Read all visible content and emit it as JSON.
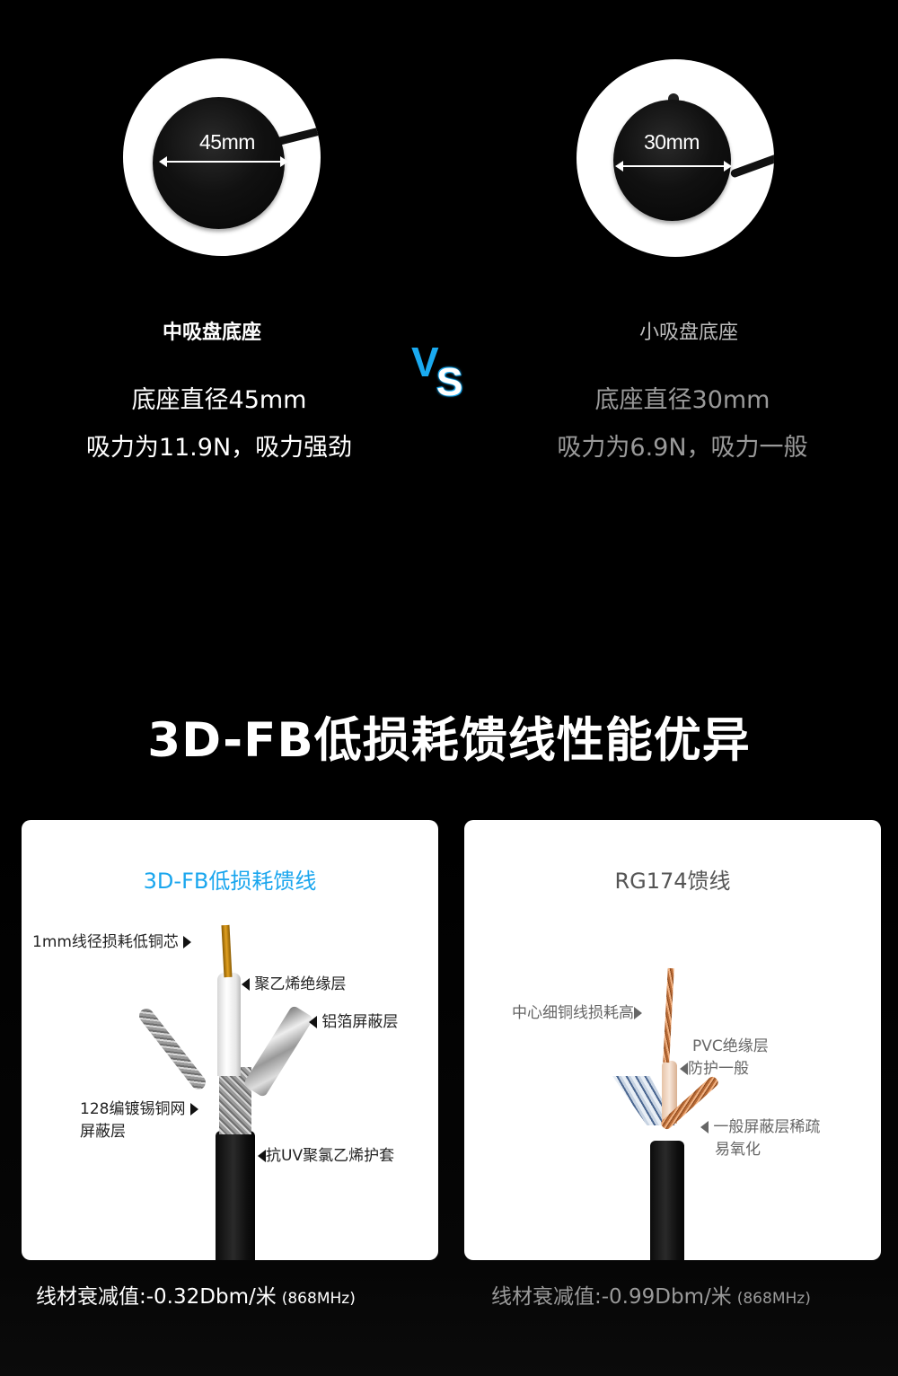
{
  "comparison": {
    "left": {
      "dimension_label": "45mm",
      "title": "中吸盘底座",
      "line1": "底座直径45mm",
      "line2": "吸力为11.9N，吸力强劲"
    },
    "vs": {
      "v": "V",
      "s": "S"
    },
    "right": {
      "dimension_label": "30mm",
      "title": "小吸盘底座",
      "line1": "底座直径30mm",
      "line2": "吸力为6.9N，吸力一般"
    }
  },
  "section": {
    "title": "3D-FB低损耗馈线性能优异"
  },
  "cards": {
    "left": {
      "title": "3D-FB低损耗馈线",
      "notes": {
        "core": "1mm线径损耗低铜芯",
        "insulation": "聚乙烯绝缘层",
        "foil": "铝箔屏蔽层",
        "braid_1": "128编镀锡铜网",
        "braid_2": "屏蔽层",
        "jacket": "抗UV聚氯乙烯护套"
      },
      "attenuation": "线材衰减值:-0.32Dbm/米",
      "frequency": "(868MHz)"
    },
    "right": {
      "title": "RG174馈线",
      "notes": {
        "core": "中心细铜线损耗高",
        "insulation_1": "PVC绝缘层",
        "insulation_2": "防护一般",
        "shield_1": "一般屏蔽层稀疏",
        "shield_2": "易氧化"
      },
      "attenuation": "线材衰减值:-0.99Dbm/米",
      "frequency": "(868MHz)"
    }
  },
  "colors": {
    "background": "#000000",
    "accent_blue": "#1aa6ee",
    "muted_gray": "#9a9a9a",
    "card_bg": "#ffffff"
  }
}
